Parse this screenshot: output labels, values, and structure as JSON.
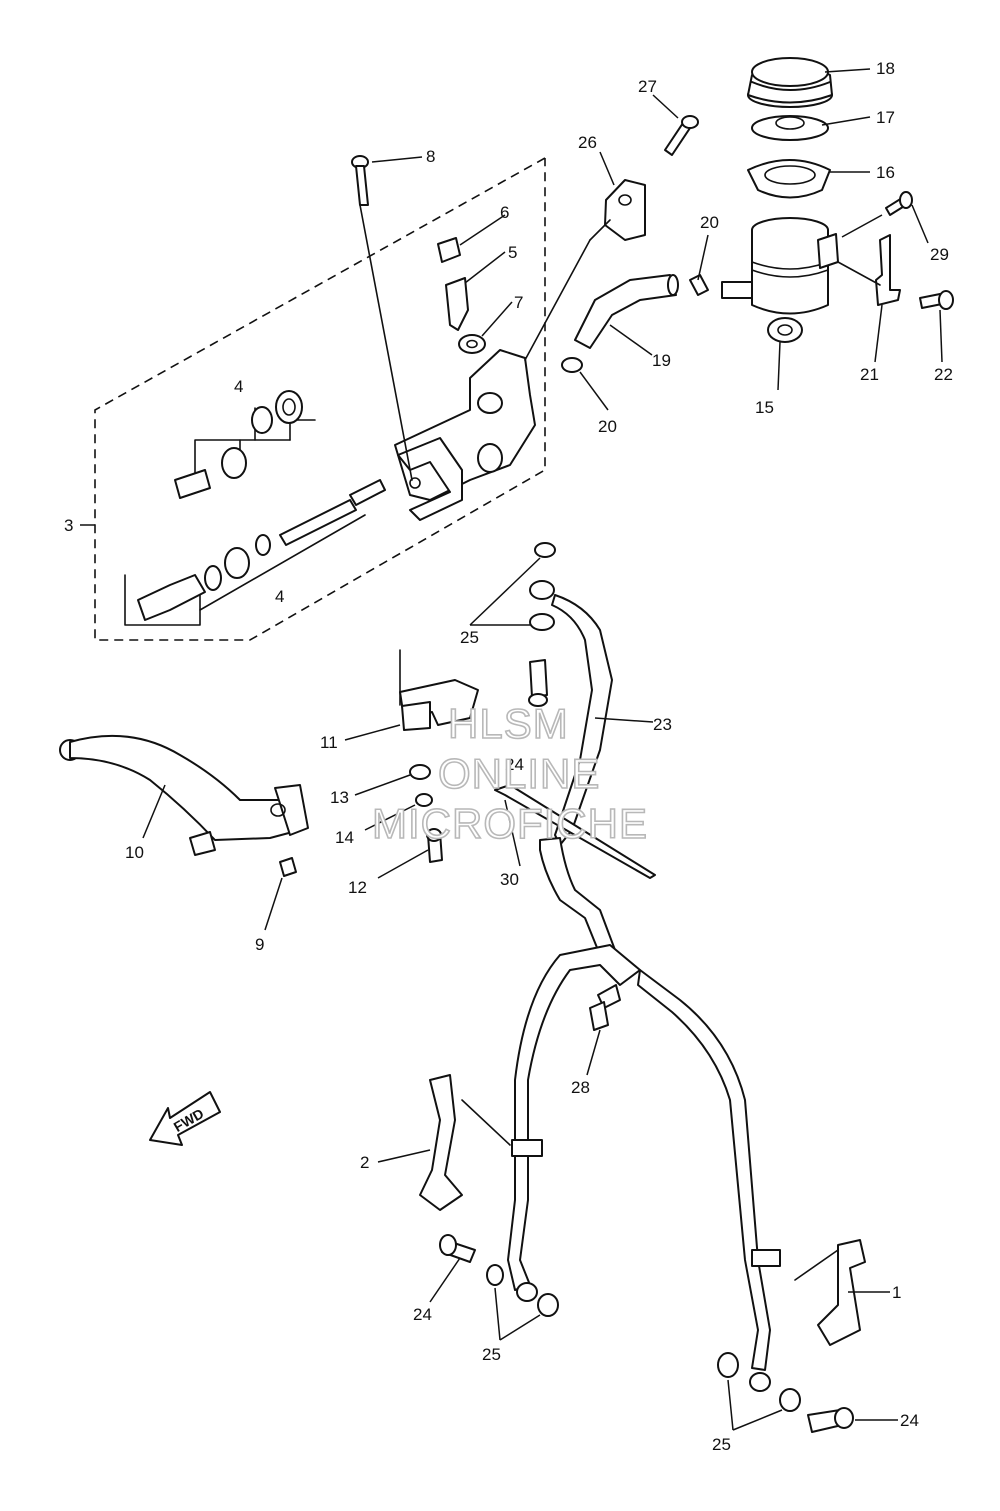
{
  "watermark": {
    "line1": "HLSM",
    "line2": "ONLINE",
    "line3": "MICROFICHE"
  },
  "direction_arrow": {
    "label": "FWD",
    "icon": "forward-arrow-icon"
  },
  "callouts": {
    "c1": "1",
    "c2": "2",
    "c3": "3",
    "c4a": "4",
    "c4b": "4",
    "c5": "5",
    "c6": "6",
    "c7": "7",
    "c8": "8",
    "c9": "9",
    "c10": "10",
    "c11": "11",
    "c12": "12",
    "c13": "13",
    "c14": "14",
    "c15": "15",
    "c16": "16",
    "c17": "17",
    "c18": "18",
    "c19": "19",
    "c20a": "20",
    "c20b": "20",
    "c21": "21",
    "c22": "22",
    "c23": "23",
    "c24a": "24",
    "c24b": "24",
    "c24c": "24",
    "c25a": "25",
    "c25b": "25",
    "c25c": "25",
    "c26": "26",
    "c27": "27",
    "c28": "28",
    "c29": "29",
    "c30": "30"
  }
}
